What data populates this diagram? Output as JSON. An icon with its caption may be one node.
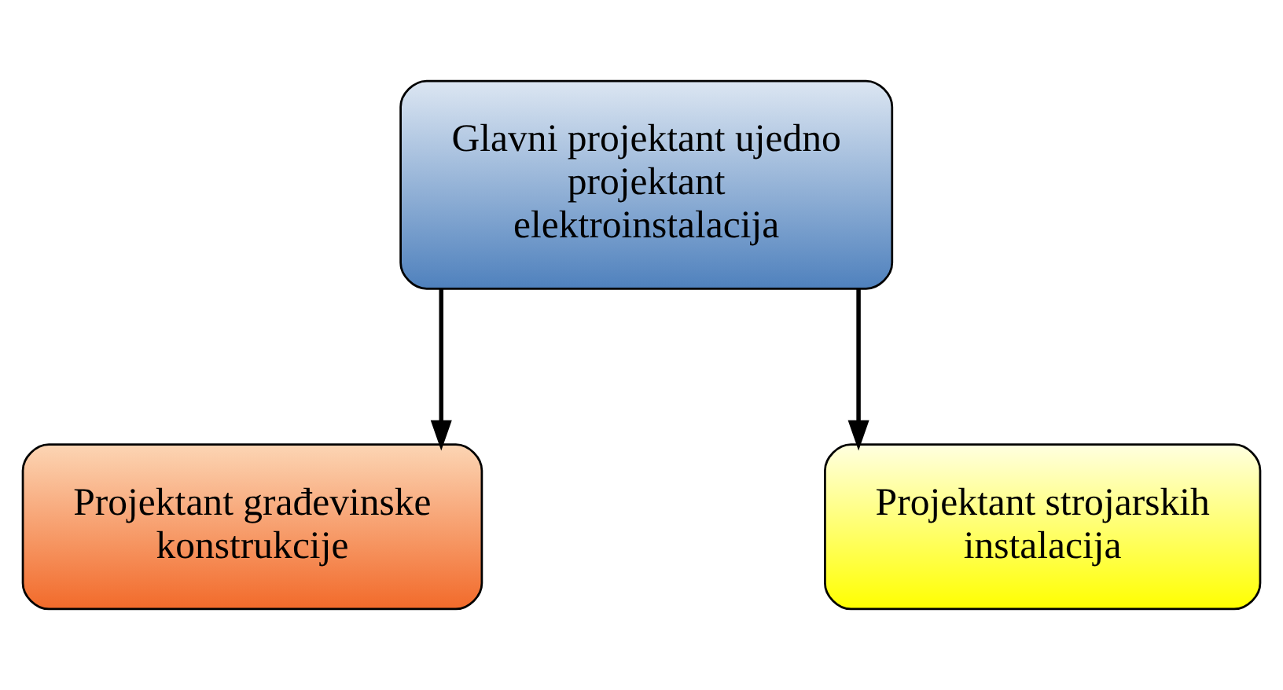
{
  "diagram": {
    "nodes": [
      {
        "text": [
          "Glavni projektant ujedno projektant elektroinstalacija"
        ]
      },
      {
        "text": [
          "Projektant građevinske konstrukcije"
        ]
      },
      {
        "text": [
          "Projektant strojarskih instalacija"
        ]
      }
    ],
    "edges": [
      {
        "from": 0,
        "to": 1,
        "arrow": "to"
      },
      {
        "from": 0,
        "to": 2,
        "arrow": "to"
      }
    ]
  }
}
